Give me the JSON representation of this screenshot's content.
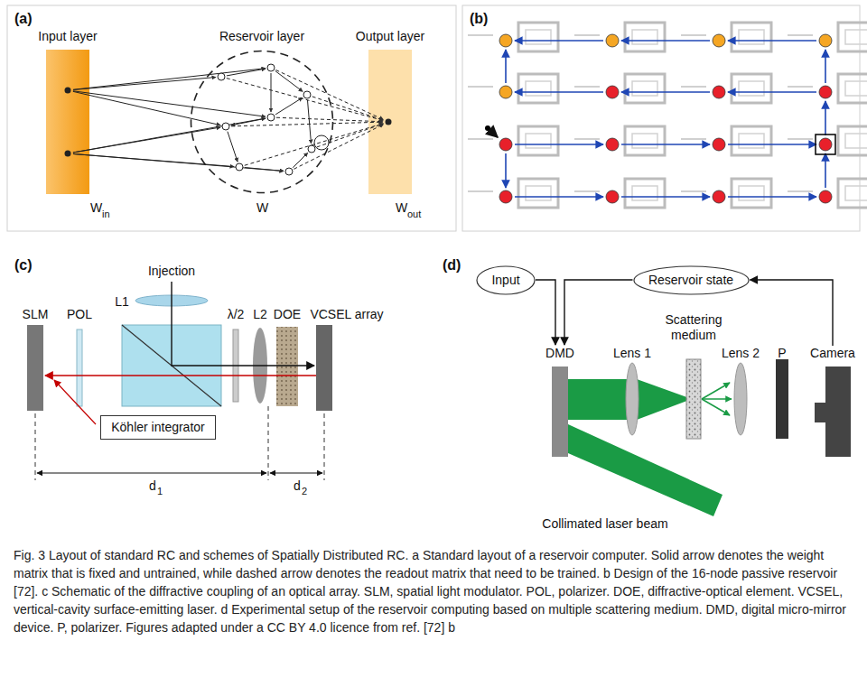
{
  "diagram": {
    "caption": "Fig. 3 Layout of standard RC and schemes of Spatially Distributed RC. a Standard layout of a reservoir computer. Solid arrow denotes the weight matrix that is fixed and untrained, while dashed arrow denotes the readout matrix that need to be trained. b Design of the 16-node passive reservoir [72]. c Schematic of the diffractive coupling of an optical array. SLM, spatial light modulator. POL, polarizer. DOE, diffractive-optical element. VCSEL, vertical-cavity surface-emitting laser. d Experimental setup of the reservoir computing based on multiple scattering medium. DMD, digital micro-mirror device. P, polarizer. Figures adapted under a CC BY 4.0 licence from ref. [72] b",
    "nodes": [
      {
        "text": [
          "Input layer"
        ]
      },
      {
        "text": [
          "Reservoir layer"
        ]
      },
      {
        "text": [
          "Output layer"
        ]
      },
      {
        "text": [
          "Köhler integrator"
        ]
      },
      {
        "text": [
          "Input"
        ]
      },
      {
        "text": [
          "Reservoir state"
        ]
      },
      {
        "text": [
          "DMD"
        ]
      },
      {
        "text": [
          "Camera"
        ]
      }
    ],
    "edges": [
      {
        "from": 4,
        "to": 6,
        "arrow": "to"
      },
      {
        "from": 5,
        "to": 6,
        "arrow": "to"
      },
      {
        "from": 7,
        "to": 5,
        "arrow": "to"
      }
    ],
    "labels": [
      "(a)",
      "W",
      "in",
      "W",
      "W",
      "out",
      "(b)",
      "(c)",
      "Injection",
      "L1",
      "SLM",
      "POL",
      "λ/2",
      "L2",
      "DOE",
      "VCSEL array",
      "d",
      "1",
      "d",
      "2",
      "(d)",
      "Lens 1",
      "Scattering medium",
      "Lens 2",
      "P",
      "Collimated laser beam"
    ]
  }
}
